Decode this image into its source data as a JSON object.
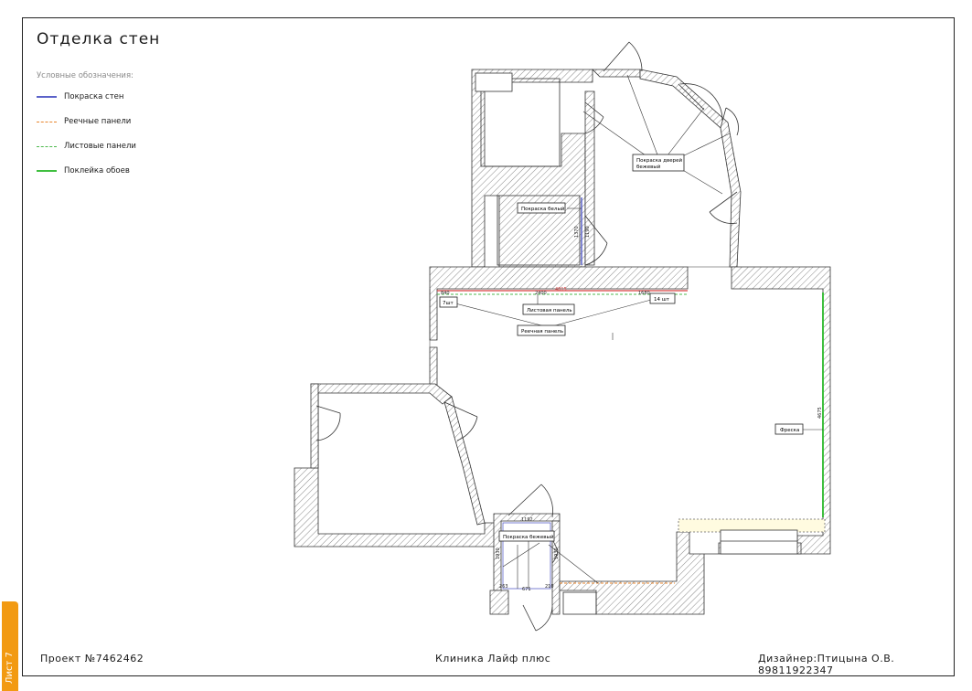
{
  "title": "Отделка стен",
  "legend": {
    "heading": "Условные обозначения:",
    "items": [
      {
        "label": "Покраска стен",
        "color": "#5b62c9",
        "dashed": false
      },
      {
        "label": "Реечные панели",
        "color": "#e8862d",
        "dashed": true
      },
      {
        "label": "Листовые панели",
        "color": "#4cb84c",
        "dashed": true
      },
      {
        "label": "Поклейка обоев",
        "color": "#3fbf3f",
        "dashed": false
      }
    ]
  },
  "plan": {
    "callouts": {
      "paint_doors": [
        "Покраска дверей",
        "бежевый"
      ],
      "paint_white": "Покраска белый",
      "sheet_panel": "Листовая панель",
      "slat_panel": "Реечная панель",
      "count_7": "7шт",
      "count_14": "14 шт",
      "fresco": "Фреска",
      "paint_beige": "Покраска бежевый"
    },
    "dimensions": {
      "d840": "840",
      "d2400": "2400",
      "d4815": "4815",
      "d1680": "1680",
      "d1370": "1370",
      "d1190": "1190",
      "d4675": "4675",
      "d1192": "1192",
      "d1930": "1930",
      "d1930b": "1930",
      "d263": "263",
      "d671": "671",
      "d210": "210"
    }
  },
  "footer": {
    "project": "Проект №7462462",
    "client": "Клиника Лайф плюс",
    "designer": "Дизайнер:Птицына О.В. 89811922347"
  },
  "sheet_tab": "Лист 7"
}
